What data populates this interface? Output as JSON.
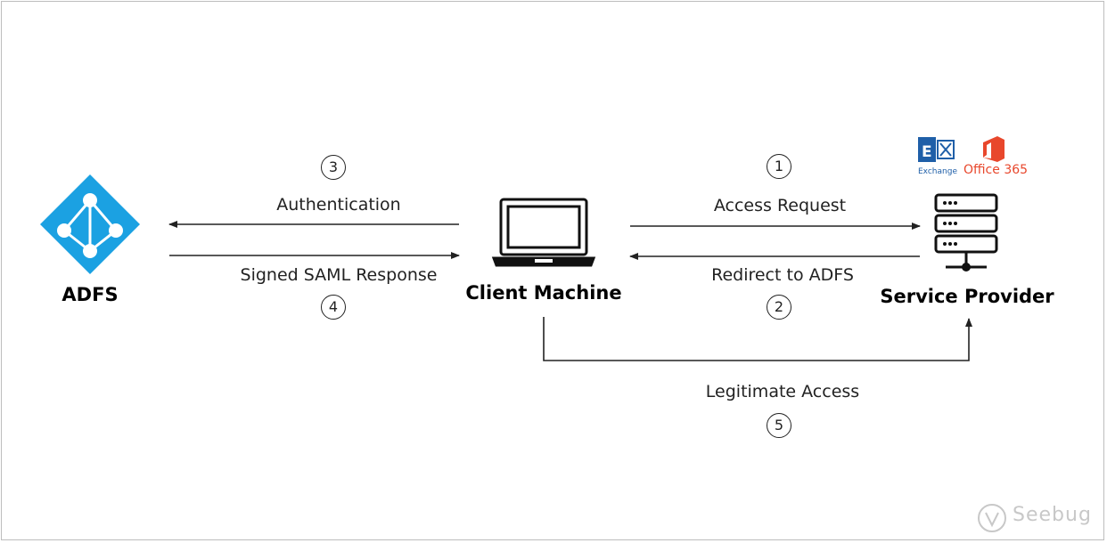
{
  "nodes": {
    "adfs": {
      "title": "ADFS"
    },
    "client": {
      "title": "Client Machine"
    },
    "provider": {
      "title": "Service Provider"
    }
  },
  "flows": [
    {
      "step": "1",
      "label": "Access Request"
    },
    {
      "step": "2",
      "label": "Redirect to ADFS"
    },
    {
      "step": "3",
      "label": "Authentication"
    },
    {
      "step": "4",
      "label": "Signed SAML Response"
    },
    {
      "step": "5",
      "label": "Legitimate Access"
    }
  ],
  "brands": {
    "exchange": "Exchange",
    "office": "Office 365"
  },
  "watermark": "Seebug",
  "colors": {
    "adfs": "#1ba1e2",
    "exchange": "#1f5fa8",
    "office": "#e8472c",
    "line": "#222222"
  }
}
